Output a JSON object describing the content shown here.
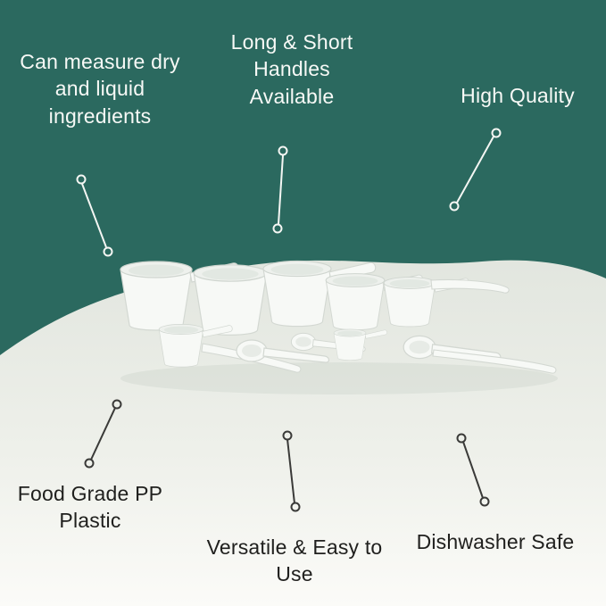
{
  "colors": {
    "background_teal": "#2b695f",
    "panel_light_top": "#e2e6df",
    "panel_light_bottom": "#fbfbf8",
    "light_text": "#f7f9f6",
    "dark_text": "#20201e",
    "pin_light": "#f4f6f3",
    "pin_dark": "#3a3a38"
  },
  "labels": {
    "top_left": "Can measure dry\nand liquid\ningredients",
    "top_center": "Long & Short\nHandles\nAvailable",
    "top_right": "High Quality",
    "bottom_left": "Food Grade PP\nPlastic",
    "bottom_center": "Versatile & Easy to\nUse",
    "bottom_right": "Dishwasher Safe"
  },
  "product": {
    "image_name": "measuring-cups-and-spoons-photo"
  }
}
